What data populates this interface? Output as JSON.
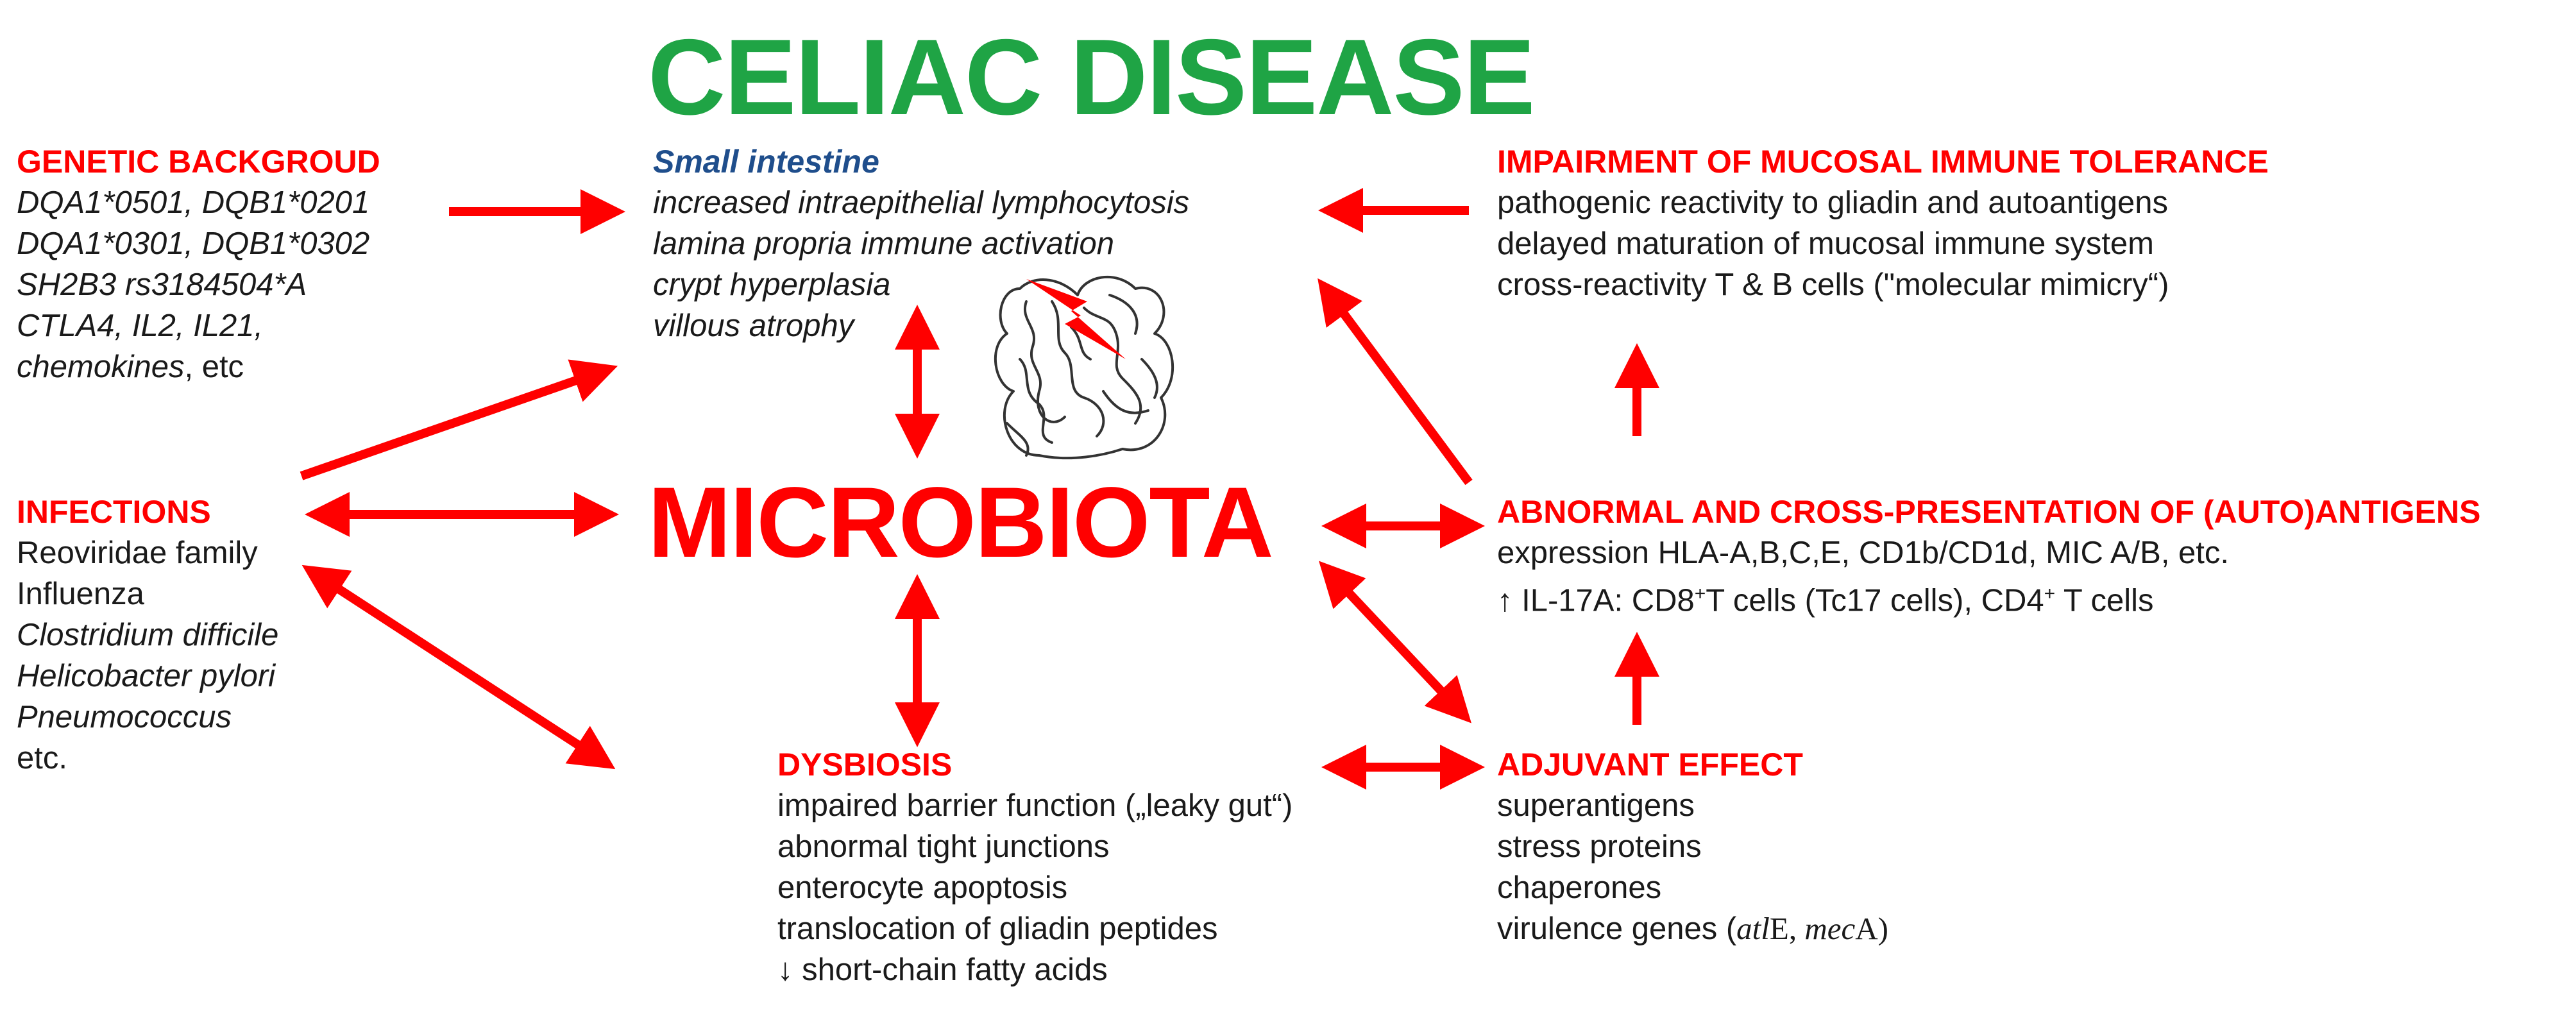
{
  "title": "CELIAC DISEASE",
  "center": "MICROBIOTA",
  "colors": {
    "title": "#1fa445",
    "accent": "#ff0000",
    "blue": "#1f4e8c",
    "text": "#1a1a1a"
  },
  "genetic": {
    "heading": "GENETIC BACKGROUD",
    "lines": [
      "DQA1*0501, DQB1*0201",
      "DQA1*0301, DQB1*0302",
      "SH2B3 rs3184504*A",
      "CTLA4, IL2, IL21,"
    ],
    "last_italic": "chemokines",
    "last_plain": ", etc"
  },
  "infections": {
    "heading": "INFECTIONS",
    "plain_lines": [
      "Reoviridae family",
      "Influenza"
    ],
    "italic_lines": [
      "Clostridium difficile",
      "Helicobacter pylori",
      "Pneumococcus"
    ],
    "last": "etc."
  },
  "small_intestine": {
    "heading": "Small intestine",
    "lines": [
      "increased intraepithelial lymphocytosis",
      "lamina propria immune activation",
      "crypt hyperplasia",
      "villous atrophy"
    ]
  },
  "impairment": {
    "heading": "IMPAIRMENT OF MUCOSAL IMMUNE TOLERANCE",
    "lines": [
      "pathogenic reactivity to gliadin and autoantigens",
      "delayed maturation of mucosal immune system",
      "cross-reactivity T & B cells  (\"molecular mimicry“)"
    ]
  },
  "abnormal": {
    "heading": "ABNORMAL AND CROSS-PRESENTATION OF (AUTO)ANTIGENS",
    "line1": "expression HLA-A,B,C,E, CD1b/CD1d, MIC A/B, etc.",
    "line2_a": "↑ IL-17A: CD8",
    "line2_sup1": "+",
    "line2_b": "T cells (Tc17 cells), CD4",
    "line2_sup2": "+",
    "line2_c": " T cells"
  },
  "dysbiosis": {
    "heading": "DYSBIOSIS",
    "lines": [
      "impaired barrier function („leaky gut“)",
      "abnormal tight junctions",
      "enterocyte apoptosis",
      "translocation of gliadin peptides",
      "↓ short-chain fatty acids"
    ]
  },
  "adjuvant": {
    "heading": "ADJUVANT EFFECT",
    "lines": [
      "superantigens",
      "stress proteins",
      "chaperones"
    ],
    "virulence_prefix": "virulence genes (",
    "atl_it": "atl",
    "atl_rest": "E, ",
    "mec_it": "mec",
    "mec_rest": "A)"
  },
  "icons": {
    "intestine": "intestine-illustration",
    "lightning": "lightning-bolt-icon"
  }
}
